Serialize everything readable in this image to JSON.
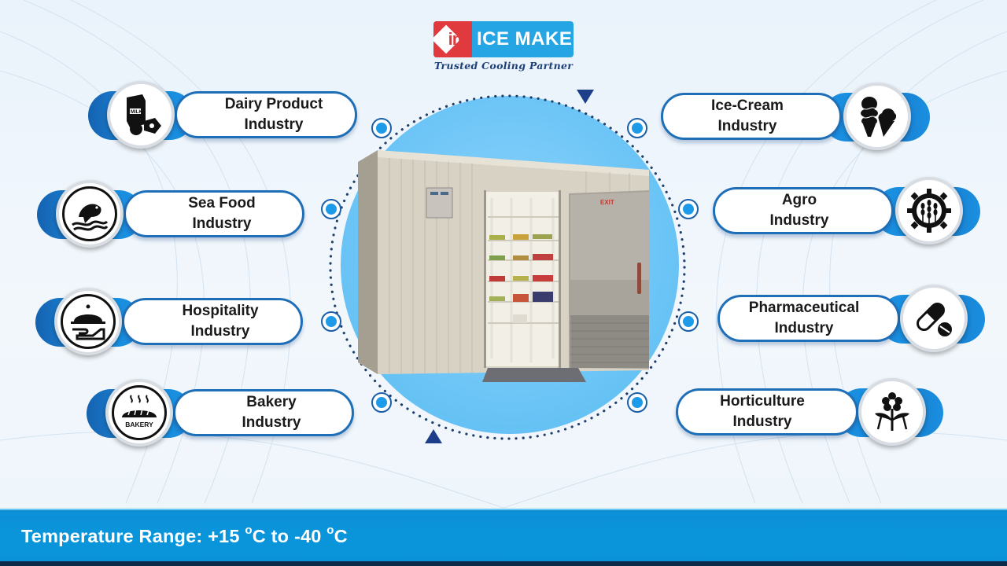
{
  "brand": {
    "name": "ICE MAKE",
    "mark": "im",
    "tagline": "Trusted Cooling Partner",
    "colors": {
      "red": "#e03a3e",
      "blue": "#25a5e4",
      "tagline": "#1d3f78"
    }
  },
  "center": {
    "image": "walk-in cold room with open door and stocked shelves",
    "door_label": "EXIT"
  },
  "industries_left": [
    {
      "line1": "Dairy Product",
      "line2": "Industry",
      "icon": "dairy-milk-icon"
    },
    {
      "line1": "Sea Food",
      "line2": "Industry",
      "icon": "fish-wave-icon"
    },
    {
      "line1": "Hospitality",
      "line2": "Industry",
      "icon": "cloche-hand-icon"
    },
    {
      "line1": "Bakery",
      "line2": "Industry",
      "icon": "bakery-bread-icon",
      "icon_label": "BAKERY"
    }
  ],
  "industries_right": [
    {
      "line1": "Ice-Cream",
      "line2": "Industry",
      "icon": "ice-cream-cone-icon"
    },
    {
      "line1": "Agro",
      "line2": "Industry",
      "icon": "wheat-gear-icon"
    },
    {
      "line1": "Pharmaceutical",
      "line2": "Industry",
      "icon": "capsule-pill-icon"
    },
    {
      "line1": "Horticulture",
      "line2": "Industry",
      "icon": "flower-plant-icon"
    }
  ],
  "footer": {
    "label": "Temperature Range:",
    "max": "+15",
    "min": "-40",
    "degree": "o",
    "unit": "C",
    "connector": "to"
  },
  "colors": {
    "accent_dark": "#1f6fb8",
    "accent_light": "#1e9be8",
    "circle": "#6cc5f6",
    "footer": "#0a95db"
  }
}
